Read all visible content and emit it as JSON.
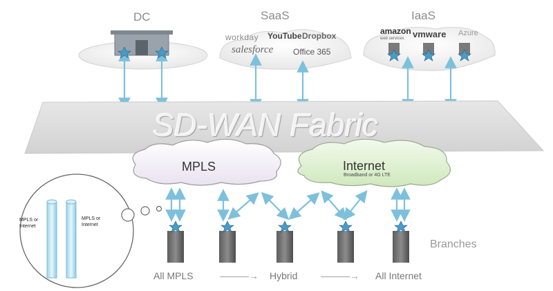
{
  "categories": {
    "dc": "DC",
    "saas": "SaaS",
    "iaas": "IaaS"
  },
  "saas_logos": {
    "workday": "workday",
    "youtube": "YouTube",
    "dropbox": "Dropbox",
    "salesforce": "salesforce",
    "office365": "Office 365"
  },
  "iaas_logos": {
    "amazon": "amazon",
    "amazon_sub": "web services",
    "vmware": "vmware",
    "azure": "Azure"
  },
  "fabric": {
    "label": "SD-WAN Fabric"
  },
  "clouds": {
    "mpls": {
      "label": "MPLS"
    },
    "internet": {
      "label": "Internet",
      "sublabel": "Broadband or 4G LTE"
    }
  },
  "thought_bubble": {
    "left_label": "MPLS or\nInternet",
    "right_label": "MPLS or\nInternet"
  },
  "branches_label": "Branches",
  "bottom_flow": {
    "all_mpls": "All MPLS",
    "arrow_1": "———→",
    "hybrid": "Hybrid",
    "arrow_2": "———→",
    "all_internet": "All Internet"
  },
  "icons": [
    "building-icon",
    "router-icon",
    "server-icon",
    "cloud-icon",
    "arrow-icon"
  ]
}
